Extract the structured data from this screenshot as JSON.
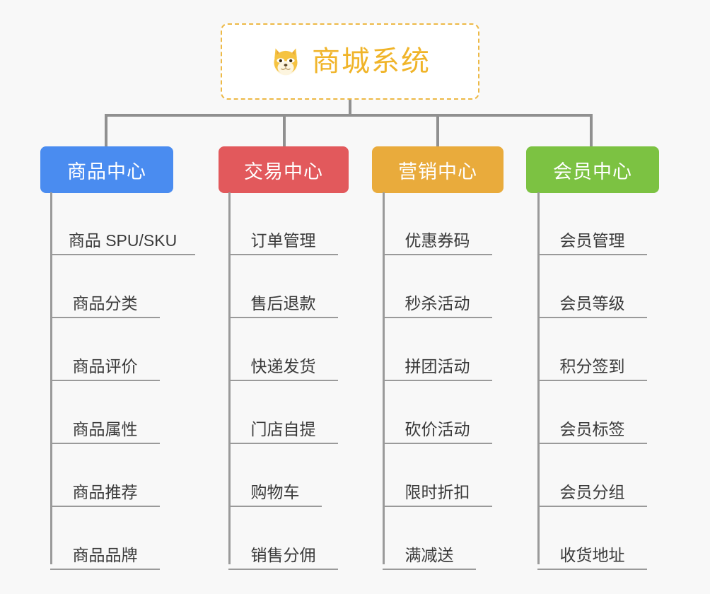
{
  "diagram": {
    "type": "org-chart",
    "background_color": "#f8f8f8",
    "root": {
      "title": "商城系统",
      "icon": "shiba-inu-dog-face-emoji",
      "text_color": "#f0b429",
      "border_color": "#edb946",
      "border_style": "dashed",
      "fill_color": "#ffffff"
    },
    "connector_color": "#909090",
    "categories": [
      {
        "label": "商品中心",
        "color": "#4a8cf0",
        "items": [
          "商品 SPU/SKU",
          "商品分类",
          "商品评价",
          "商品属性",
          "商品推荐",
          "商品品牌"
        ]
      },
      {
        "label": "交易中心",
        "color": "#e2595c",
        "items": [
          "订单管理",
          "售后退款",
          "快递发货",
          "门店自提",
          "购物车",
          "销售分佣"
        ]
      },
      {
        "label": "营销中心",
        "color": "#e9ab3c",
        "items": [
          "优惠券码",
          "秒杀活动",
          "拼团活动",
          "砍价活动",
          "限时折扣",
          "满减送"
        ]
      },
      {
        "label": "会员中心",
        "color": "#7cc242",
        "items": [
          "会员管理",
          "会员等级",
          "积分签到",
          "会员标签",
          "会员分组",
          "收货地址"
        ]
      }
    ]
  }
}
